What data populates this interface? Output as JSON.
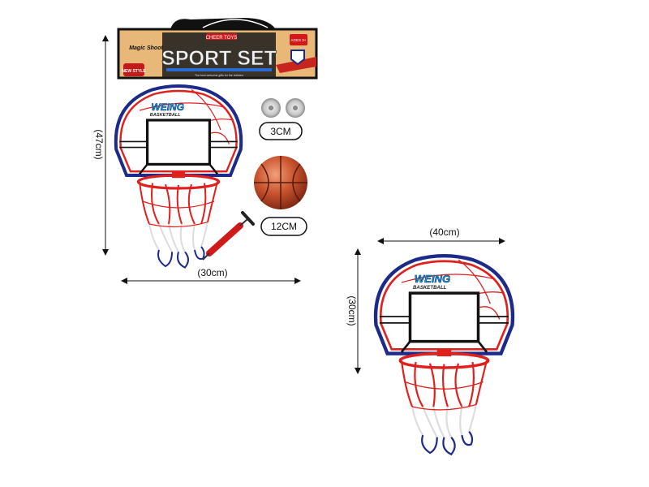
{
  "header_card": {
    "brand": "CHEER TOYS",
    "title": "SPORT SET",
    "subtitle": "Magic Shoot",
    "badge": "NEW STYLE",
    "age": "AGES 3+",
    "tagline": "The best welcome gifts for the children"
  },
  "backboard_logo": {
    "line1": "WEING",
    "line2": "BASKETBALL"
  },
  "accessories": {
    "suction_cup_size": "3CM",
    "ball_size": "12CM"
  },
  "dimensions": {
    "package_height": "(47cm)",
    "package_width": "(30cm)",
    "board_width": "(40cm)",
    "board_height": "(30cm)"
  },
  "colors": {
    "blue": "#1c2a8a",
    "red": "#e0201c",
    "ball": "#c9542e",
    "card_bg": "#e7b877"
  }
}
